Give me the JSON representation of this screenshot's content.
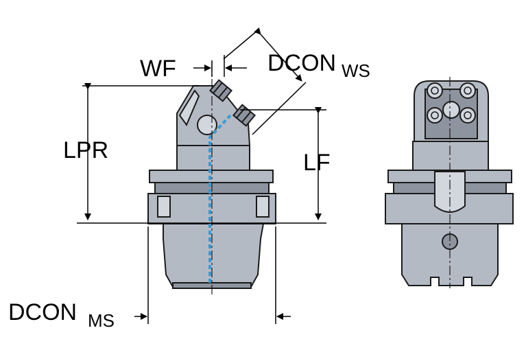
{
  "labels": {
    "wf": "WF",
    "dcon_ws_main": "DCON",
    "dcon_ws_sub": "WS",
    "lpr": "LPR",
    "lf": "LF",
    "dcon_ms_main": "DCON",
    "dcon_ms_sub": "MS"
  },
  "colors": {
    "body": "#b4bac4",
    "body_dark": "#8d949f",
    "body_light": "#d2d7de",
    "outline": "#1a1a1a",
    "coolant": "#3a9ad6"
  }
}
